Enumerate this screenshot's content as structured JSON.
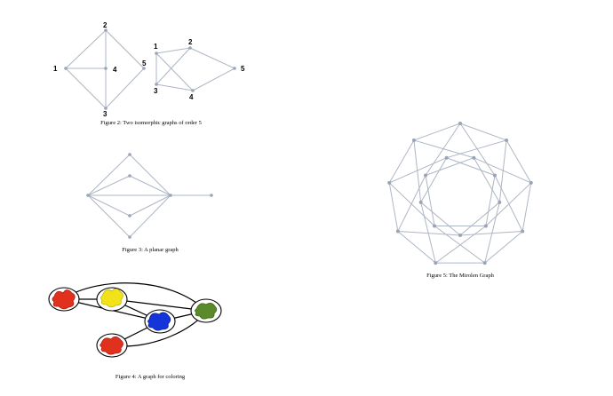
{
  "figure2": {
    "caption": "Figure 2: Two isomorphic graphs of order 5",
    "graph_a_labels": [
      "1",
      "2",
      "4",
      "5",
      "3"
    ],
    "graph_b_labels": [
      "1",
      "2",
      "5",
      "3",
      "4"
    ]
  },
  "figure3": {
    "caption": "Figure 3: A planar graph"
  },
  "figure4": {
    "caption": "Figure 4: A graph for coloring",
    "colors": {
      "red": "#e0301e",
      "yellow": "#f2e21a",
      "blue": "#1436d8",
      "green": "#5a8a2c"
    }
  },
  "figure5": {
    "caption": "Figure 5: The Mirolen Graph"
  },
  "colors": {
    "edge": "#aeb6c4",
    "vertex": "#9aa4b6"
  }
}
